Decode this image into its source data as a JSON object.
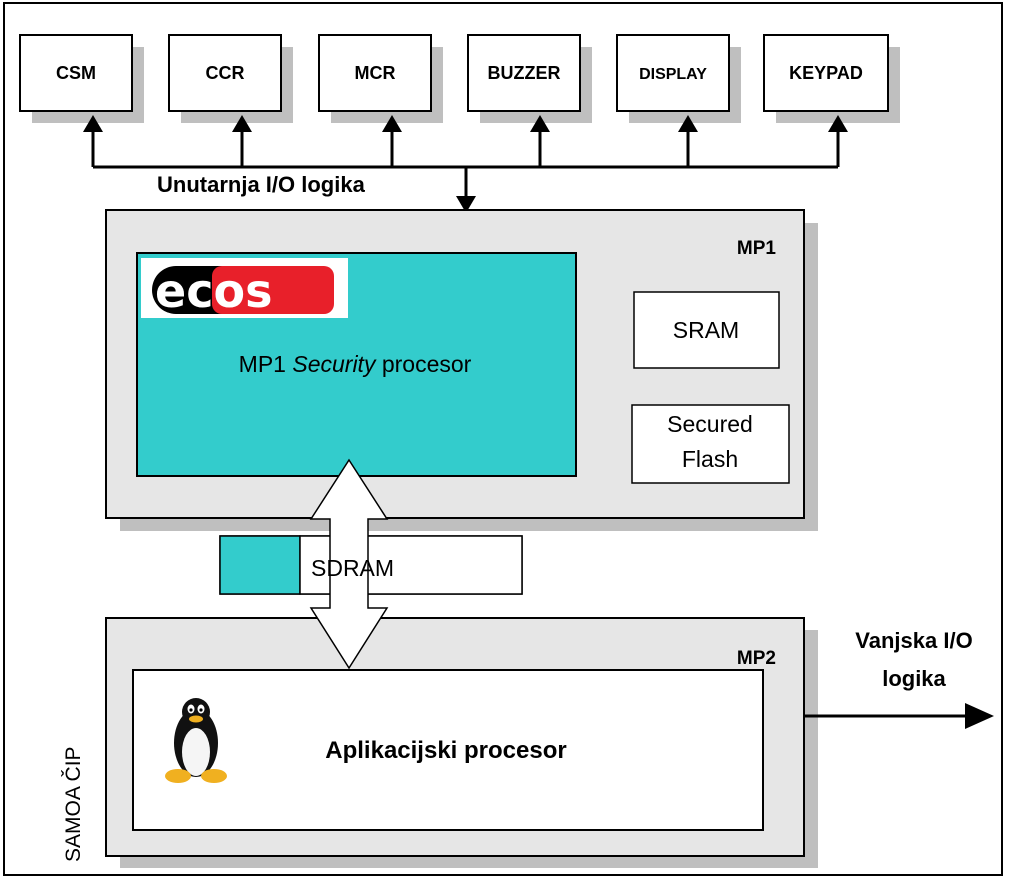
{
  "io_devices": [
    {
      "label": "CSM"
    },
    {
      "label": "CCR"
    },
    {
      "label": "MCR"
    },
    {
      "label": "BUZZER"
    },
    {
      "label": "DISPLAY"
    },
    {
      "label": "KEYPAD"
    }
  ],
  "internal_io_label": "Unutarnja I/O logika",
  "mp1": {
    "title": "MP1",
    "logo_text": "ecos",
    "processor_prefix": "MP1 ",
    "processor_italic": "Security",
    "processor_suffix": " procesor",
    "sram_label": "SRAM",
    "flash_line1": "Secured",
    "flash_line2": "Flash"
  },
  "sdram_label": "SDRAM",
  "mp2": {
    "title": "MP2",
    "app_processor_label": "Aplikacijski procesor"
  },
  "chip_label": "SAMOA ČIP",
  "external_io_line1": "Vanjska I/O",
  "external_io_line2": "logika",
  "colors": {
    "teal": "#33cccc",
    "chip_gray": "#e6e6e6",
    "shadow": "#bfbfbf",
    "logo_red": "#e8202a"
  }
}
